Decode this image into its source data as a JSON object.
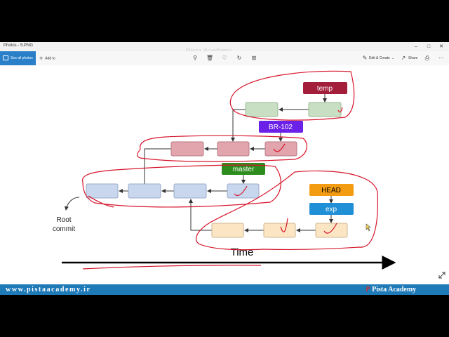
{
  "window": {
    "title": "Photos - 5.PNG",
    "watermark": "Pista Academy"
  },
  "toolbar": {
    "see_all_label": "See all photos",
    "add_to_label": "Add to",
    "edit_create_label": "Edit & Create",
    "share_label": "Share"
  },
  "diagram": {
    "labels": {
      "temp": "temp",
      "br102": "BR-102",
      "master": "master",
      "head": "HEAD",
      "exp": "exp",
      "root_line1": "Root",
      "root_line2": "commit",
      "time": "Time"
    },
    "colors": {
      "temp": "#a31e3a",
      "br102": "#6b21e8",
      "master": "#2e8b1e",
      "head": "#f39c12",
      "exp": "#1f8fd6",
      "commit_green": "#c9dfc3",
      "commit_red": "#e2a5ad",
      "commit_blue": "#c9d7ee",
      "commit_yellow": "#fbe5c3",
      "annotation": "#d6162c"
    }
  },
  "footer": {
    "url": "www.pistaacademy.ir",
    "brand": "Pista Academy"
  }
}
